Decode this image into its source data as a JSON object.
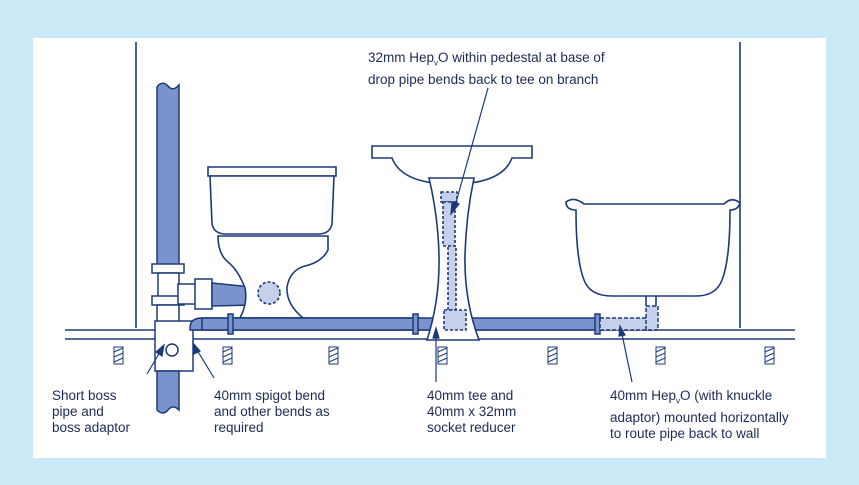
{
  "colors": {
    "background": "#cbe9f7",
    "panel": "#ffffff",
    "outline": "#1d3a78",
    "pipe_fill": "#7b93cc",
    "pipe_light": "#c6d0ea",
    "text": "#1d2a55"
  },
  "callouts": {
    "top": {
      "line1_a": "32mm Hep",
      "line1_sub": "v",
      "line1_b": "O within pedestal at base of",
      "line2": "drop pipe bends back to tee on branch"
    },
    "boss": {
      "lines": [
        "Short boss",
        "pipe and",
        "boss adaptor"
      ]
    },
    "spigot": {
      "lines": [
        "40mm spigot bend",
        "and other bends as",
        "required"
      ]
    },
    "tee": {
      "lines": [
        "40mm tee and",
        "40mm x 32mm",
        "socket reducer"
      ]
    },
    "knuckle": {
      "line1_a": "40mm Hep",
      "line1_sub": "v",
      "line1_b": "O (with knuckle",
      "line2": "adaptor) mounted horizontally",
      "line3": "to route pipe back to wall"
    }
  },
  "icons": [
    "toilet-icon",
    "basin-icon",
    "bath-icon",
    "soil-stack-icon",
    "floor-joist-icon"
  ]
}
